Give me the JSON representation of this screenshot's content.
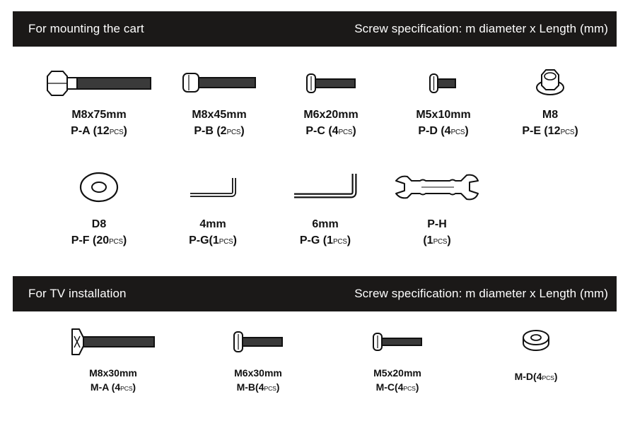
{
  "sections": [
    {
      "title": "For mounting the cart",
      "spec": "Screw specification: m diameter x Length (mm)",
      "parts": [
        {
          "icon": "bolt-hex-long-icon",
          "size": "M8x75mm",
          "code": "P-A (",
          "qty": "12",
          "unit": "PCS",
          "close": ")"
        },
        {
          "icon": "socket-cap-screw-icon",
          "size": "M8x45mm",
          "code": "P-B (",
          "qty": "2",
          "unit": "PCS",
          "close": ")"
        },
        {
          "icon": "pan-head-screw-icon",
          "size": "M6x20mm",
          "code": "P-C (",
          "qty": "4",
          "unit": "PCS",
          "close": ")"
        },
        {
          "icon": "small-screw-icon",
          "size": "M5x10mm",
          "code": "P-D (",
          "qty": "4",
          "unit": "PCS",
          "close": ")"
        },
        {
          "icon": "flange-nut-icon",
          "size": "M8",
          "code": "P-E (",
          "qty": "12",
          "unit": "PCS",
          "close": ")"
        },
        {
          "icon": "flat-washer-icon",
          "size": "D8",
          "code": "P-F (",
          "qty": "20",
          "unit": "PCS",
          "close": ")"
        },
        {
          "icon": "allen-key-small-icon",
          "size": "4mm",
          "code": "P-G(",
          "qty": "1",
          "unit": "PCS",
          "close": ")"
        },
        {
          "icon": "allen-key-large-icon",
          "size": "6mm",
          "code": "P-G (",
          "qty": "1",
          "unit": "PCS",
          "close": ")"
        },
        {
          "icon": "open-end-wrench-icon",
          "size": "P-H",
          "code": "(",
          "qty": "1",
          "unit": "PCS",
          "close": ")"
        }
      ]
    },
    {
      "title": "For TV installation",
      "spec": "Screw specification: m diameter x Length (mm)",
      "parts": [
        {
          "icon": "countersunk-screw-icon",
          "size": "M8x30mm",
          "code": "M-A (",
          "qty": "4",
          "unit": "PCS",
          "close": ")"
        },
        {
          "icon": "pan-head-screw-icon",
          "size": "M6x30mm",
          "code": "M-B(",
          "qty": "4",
          "unit": "PCS",
          "close": ")"
        },
        {
          "icon": "pan-head-screw-icon",
          "size": "M5x20mm",
          "code": "M-C(",
          "qty": "4",
          "unit": "PCS",
          "close": ")"
        },
        {
          "icon": "spacer-washer-icon",
          "size": "",
          "code": "M-D(",
          "qty": "4",
          "unit": "PCS",
          "close": ")"
        }
      ]
    }
  ]
}
